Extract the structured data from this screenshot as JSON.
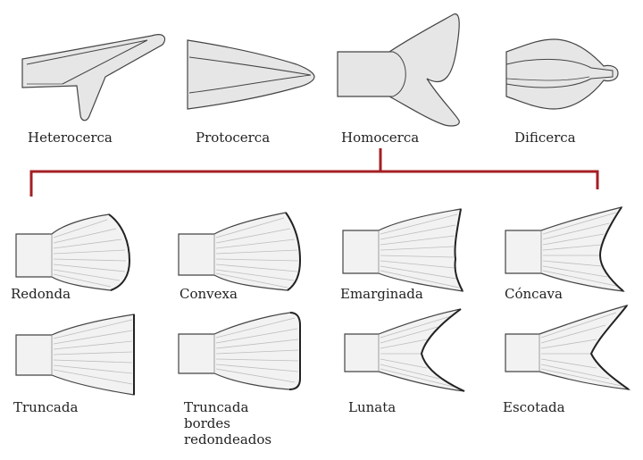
{
  "top_types": [
    {
      "id": "heterocerca",
      "label": "Heterocerca"
    },
    {
      "id": "protocerca",
      "label": "Protocerca"
    },
    {
      "id": "homocerca",
      "label": "Homocerca"
    },
    {
      "id": "dificerca",
      "label": "Dificerca"
    }
  ],
  "homocerca_subtypes": [
    {
      "id": "redonda",
      "label": "Redonda"
    },
    {
      "id": "convexa",
      "label": "Convexa"
    },
    {
      "id": "emarginada",
      "label": "Emarginada"
    },
    {
      "id": "concava",
      "label": "Cóncava"
    },
    {
      "id": "truncada",
      "label": "Truncada"
    },
    {
      "id": "truncada-bordes",
      "label_lines": [
        "Truncada",
        "bordes",
        "redondeados"
      ]
    },
    {
      "id": "lunata",
      "label": "Lunata"
    },
    {
      "id": "escotada",
      "label": "Escotada"
    }
  ],
  "colors": {
    "connector": "#a31f24",
    "fin_fill": "#e6e6e6",
    "fin_stroke": "#444444",
    "ray": "#bdbdbd",
    "text": "#222222"
  }
}
